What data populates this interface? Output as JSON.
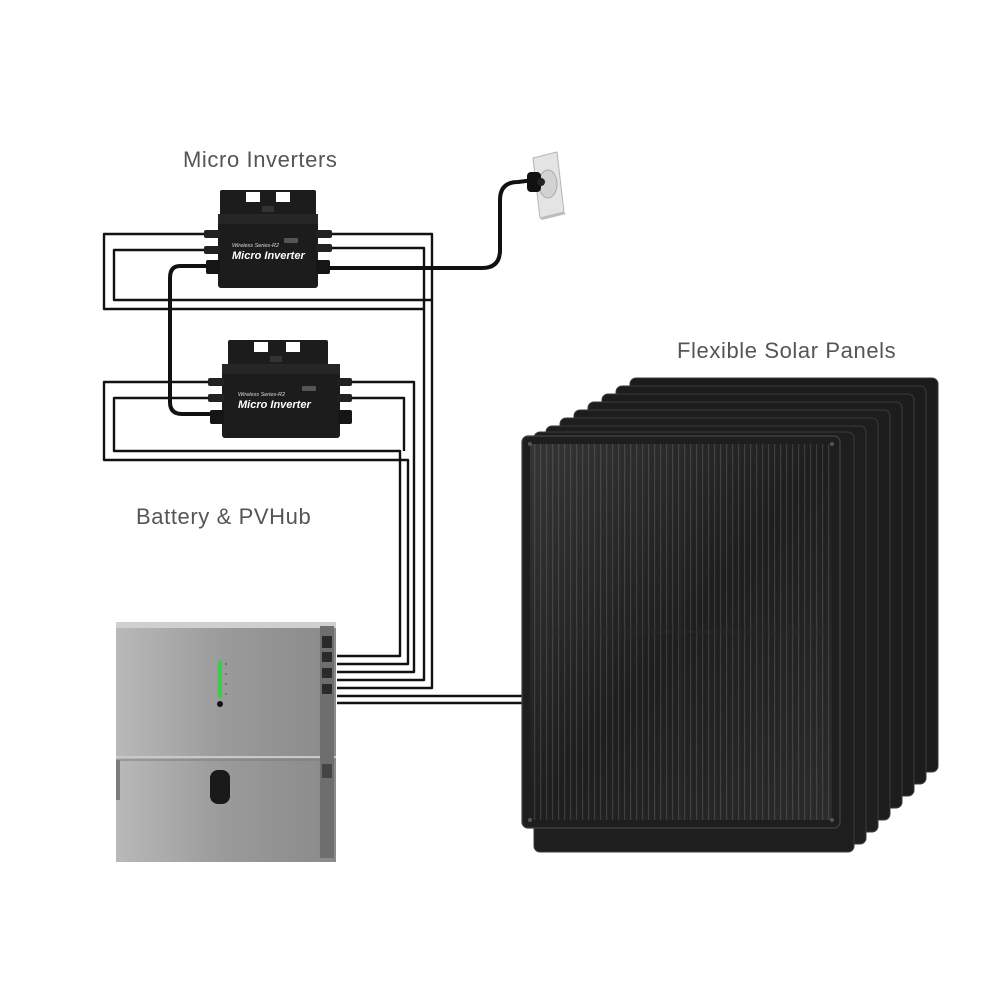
{
  "labels": {
    "micro_inverters": "Micro Inverters",
    "flexible_solar_panels": "Flexible Solar Panels",
    "battery_pvhub": "Battery & PVHub"
  },
  "inverter": {
    "series_text": "Wireless Series-R2",
    "name_text": "Micro Inverter"
  },
  "colors": {
    "cable": "#111111",
    "inverter_body": "#1c1c1c",
    "panel": "#1e1e1e",
    "battery": "#9a9a9a",
    "led": "#3ccc4a",
    "outlet": "#e6e6e6"
  },
  "icons": {
    "outlet": "wall-outlet-icon",
    "plug": "power-plug-icon"
  }
}
